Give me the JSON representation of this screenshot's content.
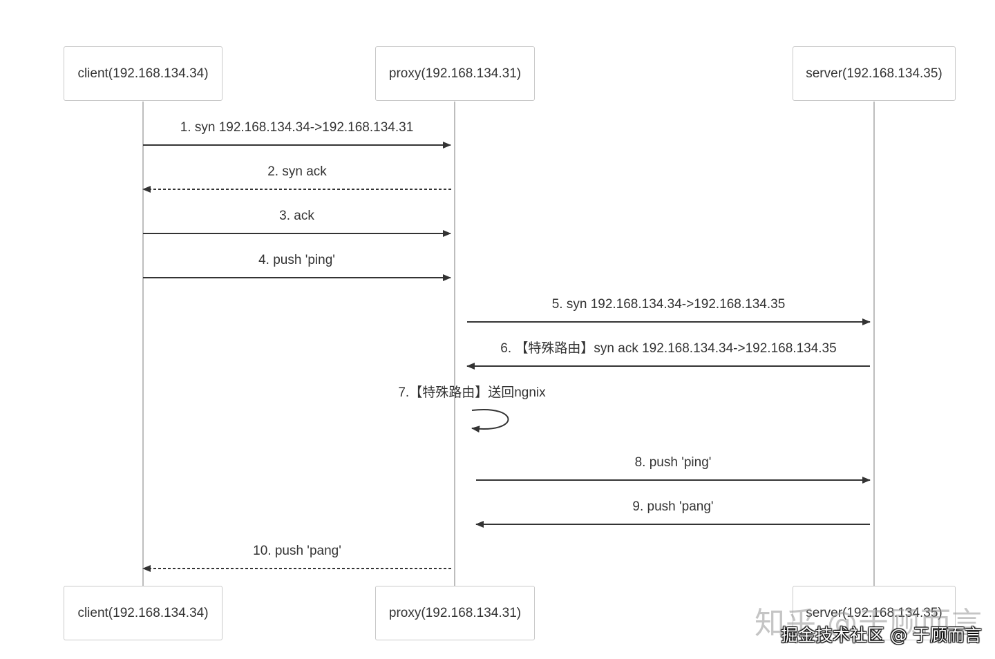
{
  "participants": {
    "client": "client(192.168.134.34)",
    "proxy": "proxy(192.168.134.31)",
    "server": "server(192.168.134.35)"
  },
  "messages": [
    {
      "label": "1. syn 192.168.134.34->192.168.134.31",
      "from": "client",
      "to": "proxy",
      "style": "solid"
    },
    {
      "label": "2. syn ack",
      "from": "proxy",
      "to": "client",
      "style": "dashed"
    },
    {
      "label": "3. ack",
      "from": "client",
      "to": "proxy",
      "style": "solid"
    },
    {
      "label": "4. push 'ping'",
      "from": "client",
      "to": "proxy",
      "style": "solid"
    },
    {
      "label": "5. syn 192.168.134.34->192.168.134.35",
      "from": "proxy",
      "to": "server",
      "style": "solid"
    },
    {
      "label": "6. 【特殊路由】syn ack 192.168.134.34->192.168.134.35",
      "from": "server",
      "to": "proxy",
      "style": "solid"
    },
    {
      "label": "7.【特殊路由】送回ngnix",
      "from": "proxy",
      "to": "proxy",
      "style": "self"
    },
    {
      "label": "8. push 'ping'",
      "from": "proxy",
      "to": "server",
      "style": "solid"
    },
    {
      "label": "9. push 'pang'",
      "from": "server",
      "to": "proxy",
      "style": "solid"
    },
    {
      "label": "10. push 'pang'",
      "from": "proxy",
      "to": "client",
      "style": "dashed"
    }
  ],
  "watermark": {
    "line1": "知乎 @于顾而言",
    "line2": "掘金技术社区 @ 于顾而言"
  }
}
